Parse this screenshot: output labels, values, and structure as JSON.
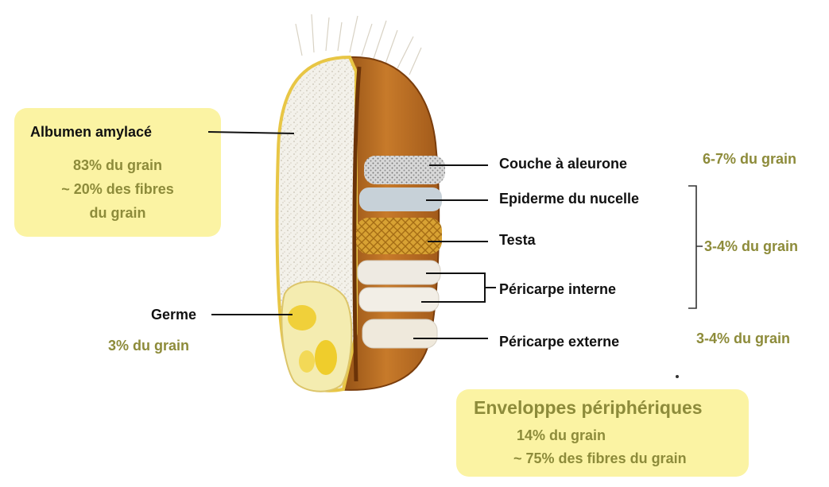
{
  "albumen": {
    "title": "Albumen amylacé",
    "line1": "83% du grain",
    "line2": "~ 20% des fibres",
    "line3": "du grain"
  },
  "germe": {
    "title": "Germe",
    "share": "3% du grain"
  },
  "layers": {
    "aleurone": "Couche à aleurone",
    "nucelle": "Epiderme du nucelle",
    "testa": "Testa",
    "pericarpe_interne": "Péricarpe interne",
    "pericarpe_externe": "Péricarpe externe"
  },
  "shares": {
    "aleurone": "6-7% du grain",
    "bracket_group": "3-4% du grain",
    "pericarpe_externe": "3-4% du grain"
  },
  "enveloppes": {
    "title": "Enveloppes périphériques",
    "line1": "14% du grain",
    "line2": "~ 75% des fibres du grain"
  },
  "colors": {
    "box_fill": "#fbf3a3",
    "olive_text": "#8d8b3a",
    "bran_brown": "#b8661e",
    "endosperm": "#f2efe6"
  }
}
